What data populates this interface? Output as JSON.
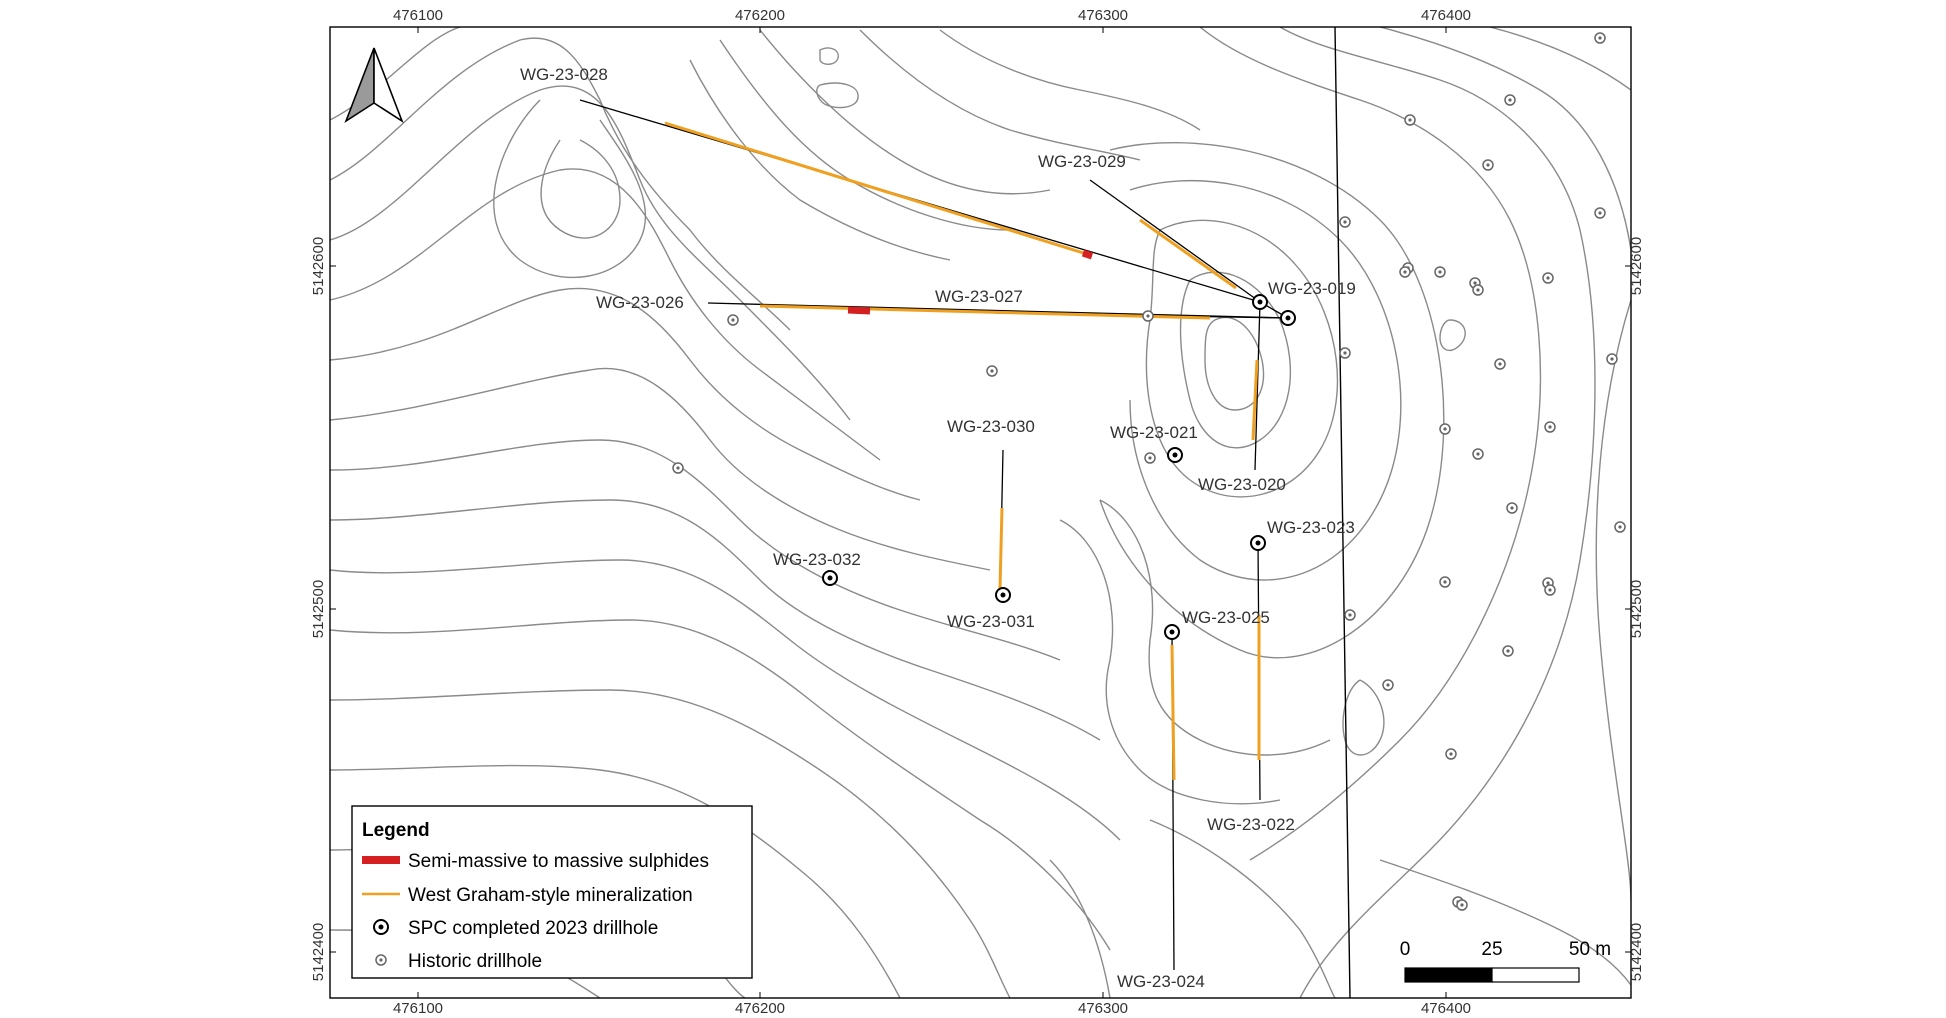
{
  "map": {
    "x_ticks": [
      {
        "value": 476100,
        "label": "476100"
      },
      {
        "value": 476200,
        "label": "476200"
      },
      {
        "value": 476300,
        "label": "476300"
      },
      {
        "value": 476400,
        "label": "476400"
      }
    ],
    "y_ticks": [
      {
        "value": 5142600,
        "label": "5142600"
      },
      {
        "value": 5142500,
        "label": "5142500"
      },
      {
        "value": 5142400,
        "label": "5142400"
      }
    ],
    "north_arrow": "north-arrow-icon",
    "colors": {
      "massive_sulphides": "#d42020",
      "mineralization": "#f0a020",
      "contour": "#8a8a8a",
      "trace": "#000000"
    }
  },
  "drillholes": [
    {
      "id": "WG-23-019",
      "label": "WG-23-019"
    },
    {
      "id": "WG-23-020",
      "label": "WG-23-020"
    },
    {
      "id": "WG-23-021",
      "label": "WG-23-021"
    },
    {
      "id": "WG-23-022",
      "label": "WG-23-022"
    },
    {
      "id": "WG-23-023",
      "label": "WG-23-023"
    },
    {
      "id": "WG-23-024",
      "label": "WG-23-024"
    },
    {
      "id": "WG-23-025",
      "label": "WG-23-025"
    },
    {
      "id": "WG-23-026",
      "label": "WG-23-026"
    },
    {
      "id": "WG-23-027",
      "label": "WG-23-027"
    },
    {
      "id": "WG-23-028",
      "label": "WG-23-028"
    },
    {
      "id": "WG-23-029",
      "label": "WG-23-029"
    },
    {
      "id": "WG-23-030",
      "label": "WG-23-030"
    },
    {
      "id": "WG-23-031",
      "label": "WG-23-031"
    },
    {
      "id": "WG-23-032",
      "label": "WG-23-032"
    }
  ],
  "legend": {
    "title": "Legend",
    "items": [
      {
        "label": "Semi-massive to massive sulphides",
        "symbol": "red-bar-icon"
      },
      {
        "label": "West Graham-style mineralization",
        "symbol": "orange-line-icon"
      },
      {
        "label": "SPC completed 2023 drillhole",
        "symbol": "target-circle-icon"
      },
      {
        "label": "Historic drillhole",
        "symbol": "small-circle-icon"
      }
    ]
  },
  "scale_bar": {
    "labels": [
      "0",
      "25",
      "50 m"
    ]
  }
}
